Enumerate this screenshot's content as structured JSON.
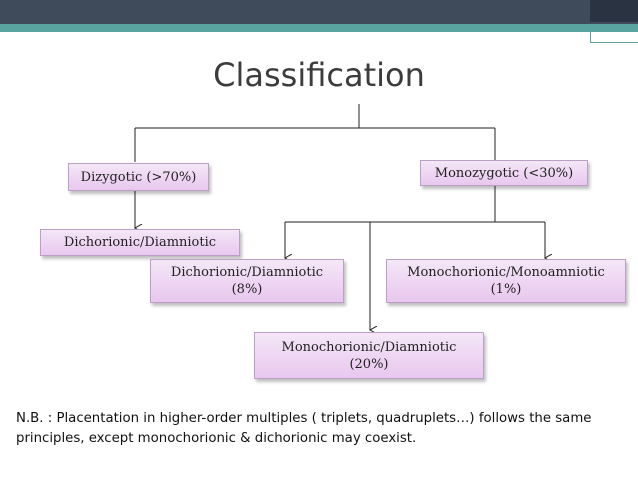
{
  "slide": {
    "title": "Classification",
    "colors": {
      "header": "#3f4a5a",
      "accent": "#59a3a0",
      "node_fill": "#eccdf1",
      "node_border": "#b9a0c4"
    }
  },
  "nodes": {
    "dizygotic": "Dizygotic (>70%)",
    "monozygotic": "Monozygotic (<30%)",
    "dizygotic_dichorionic": "Dichorionic/Diamniotic",
    "mono_dichorionic_label": "Dichorionic/Diamniotic",
    "mono_dichorionic_pct": "(8%)",
    "mono_mono_label": "Monochorionic/Monoamniotic",
    "mono_mono_pct": "(1%)",
    "mono_di_label": "Monochorionic/Diamniotic",
    "mono_di_pct": "(20%)"
  },
  "note": {
    "line1": "N.B. : Placentation in higher-order multiples ( triplets, quadruplets…) follows the same",
    "line2": "principles, except monochorionic & dichorionic may coexist."
  }
}
